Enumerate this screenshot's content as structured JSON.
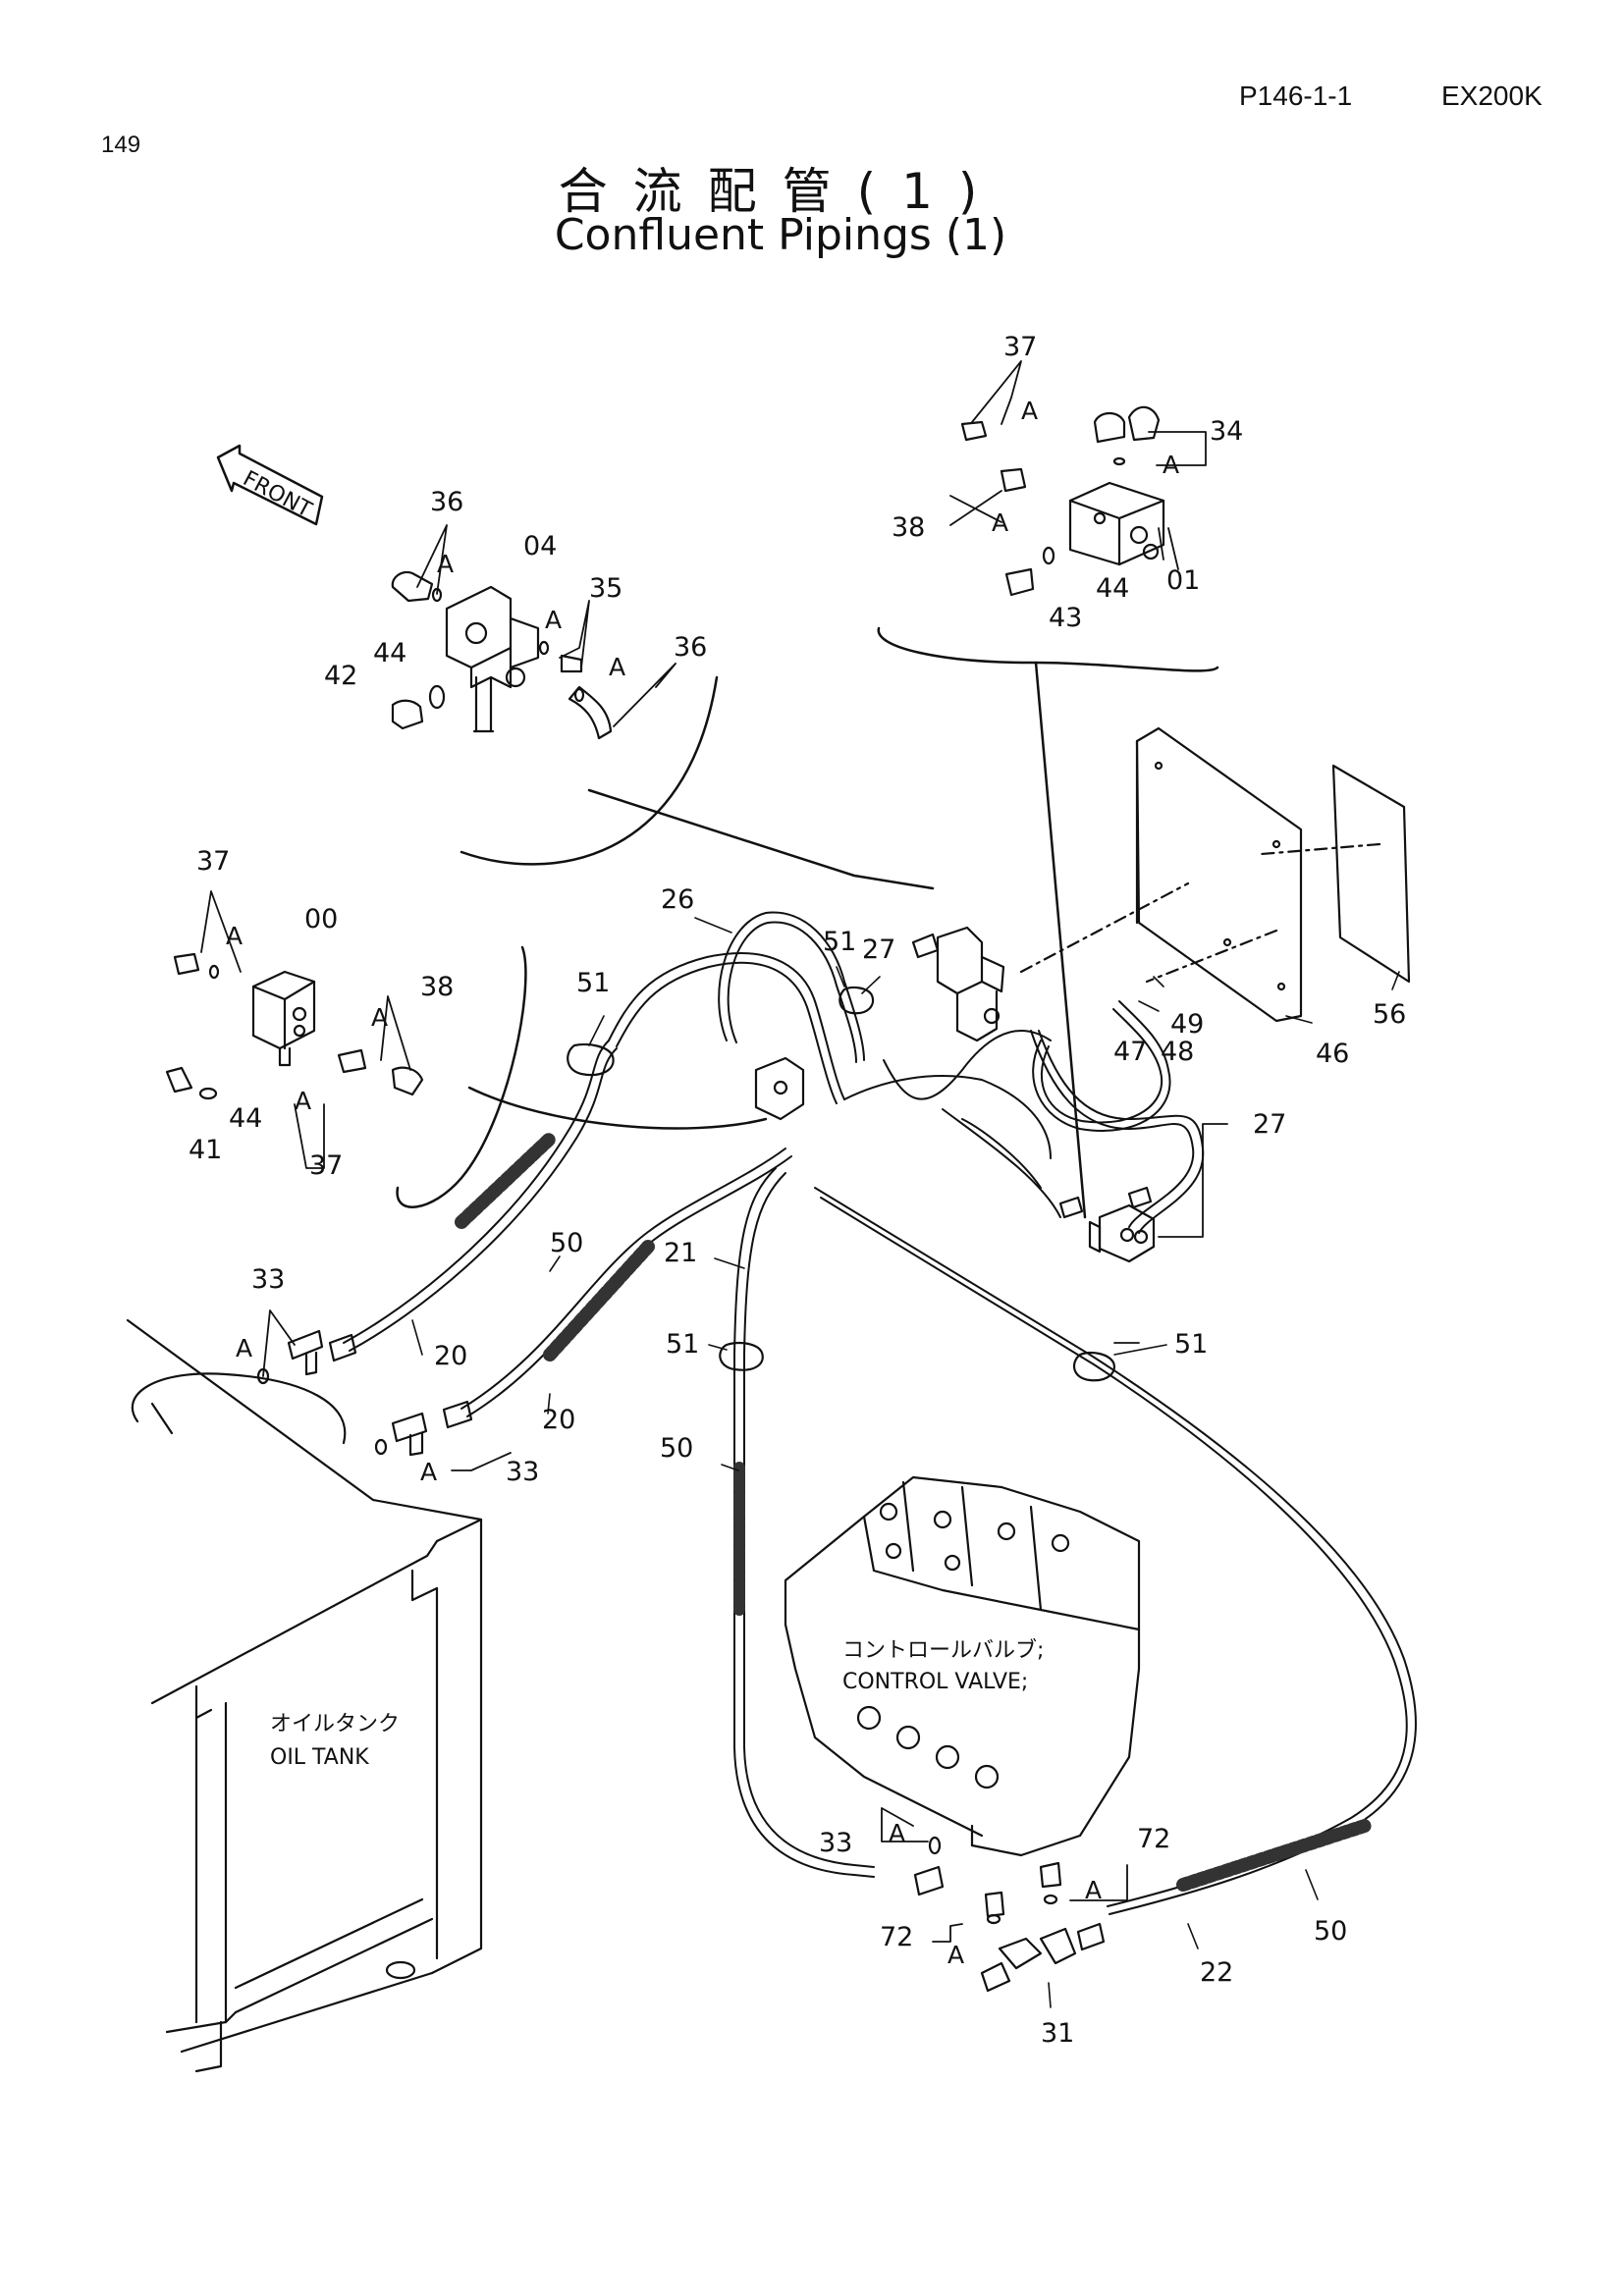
{
  "header": {
    "page_number": "149",
    "page_code": "P146-1-1",
    "model": "EX200K",
    "title_ja": "合流配管(1)",
    "title_en": "Confluent Pipings  (1)"
  },
  "front_marker": "FRONT",
  "components": {
    "oil_tank_ja": "オイルタンク",
    "oil_tank_en": "OIL TANK",
    "control_valve_ja": "コントロールバルブ;",
    "control_valve_en": "CONTROL VALVE;"
  },
  "callouts": {
    "p00": "00",
    "p01": "01",
    "p04": "04",
    "p20": "20",
    "p21": "21",
    "p22": "22",
    "p26": "26",
    "p27": "27",
    "p31": "31",
    "p33": "33",
    "p34": "34",
    "p35": "35",
    "p36": "36",
    "p37": "37",
    "p38": "38",
    "p41": "41",
    "p42": "42",
    "p43": "43",
    "p44": "44",
    "p46": "46",
    "p47": "47",
    "p48": "48",
    "p49": "49",
    "p50": "50",
    "p51": "51",
    "p56": "56",
    "p72": "72",
    "a": "A"
  }
}
